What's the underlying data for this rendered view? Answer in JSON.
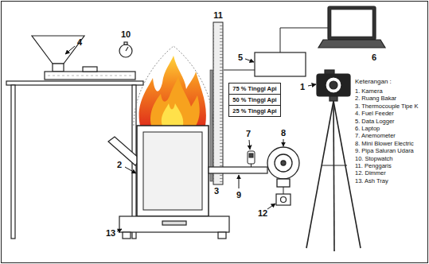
{
  "diagram": {
    "nodes": [
      {
        "text": [
          "75 % Tinggi Api"
        ]
      },
      {
        "text": [
          "50 % Tinggi Api"
        ]
      },
      {
        "text": [
          "25 % Tinggi Api"
        ]
      }
    ],
    "labels": [
      "1",
      "2",
      "3",
      "4",
      "5",
      "6",
      "7",
      "8",
      "9",
      "10",
      "11",
      "12",
      "13",
      "Keterangan :",
      "1. Kamera",
      "2. Ruang Bakar",
      "3. Thermocouple Tipe K",
      "4. Fuel Feeder",
      "5. Data Logger",
      "6. Laptop",
      "7. Anemometer",
      "8. Mini Blower Electric",
      "9. Pipa Saluran Udara",
      "10. Stopwatch",
      "11. Penggaris",
      "12. Dimmer",
      "13. Ash Tray"
    ]
  }
}
